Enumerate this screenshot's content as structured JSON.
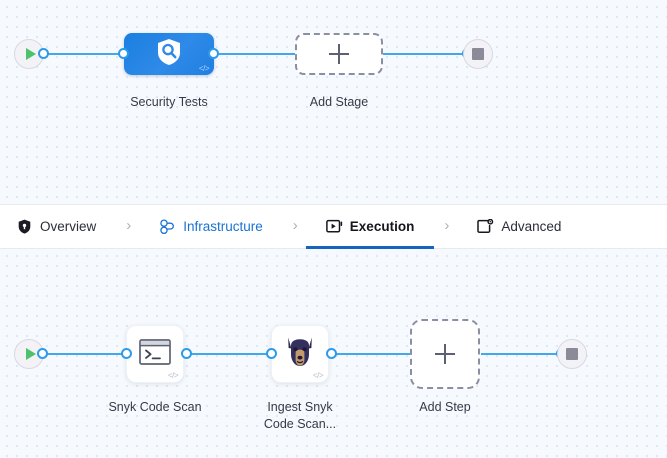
{
  "canvas": {
    "stages": {
      "start_node": {
        "name": "pipeline-start",
        "icon": "play-icon"
      },
      "end_node": {
        "name": "pipeline-end",
        "icon": "stop-icon"
      },
      "nodes": [
        {
          "id": "security-tests",
          "label": "Security Tests",
          "icon": "shield-search-icon",
          "badge": "</>",
          "type": "stage"
        },
        {
          "id": "add-stage",
          "label": "Add Stage",
          "icon": "plus-icon",
          "type": "add"
        }
      ]
    },
    "steps": {
      "start_node": {
        "name": "step-start",
        "icon": "play-icon"
      },
      "end_node": {
        "name": "step-end",
        "icon": "stop-icon"
      },
      "nodes": [
        {
          "id": "snyk-code-scan",
          "label": "Snyk Code Scan",
          "icon": "terminal-icon",
          "badge": "</>",
          "type": "step"
        },
        {
          "id": "ingest-snyk",
          "label_line1": "Ingest Snyk",
          "label_line2": "Code Scan...",
          "icon": "snyk-dog-icon",
          "badge": "</>",
          "type": "step"
        },
        {
          "id": "add-step",
          "label": "Add Step",
          "icon": "plus-icon",
          "type": "add"
        }
      ]
    }
  },
  "tabbar": {
    "separator": "›",
    "tabs": [
      {
        "id": "overview",
        "label": "Overview",
        "icon": "shield-icon",
        "state": "default"
      },
      {
        "id": "infrastructure",
        "label": "Infrastructure",
        "icon": "cluster-nodes-icon",
        "state": "link"
      },
      {
        "id": "execution",
        "label": "Execution",
        "icon": "play-box-icon",
        "state": "active"
      },
      {
        "id": "advanced",
        "label": "Advanced",
        "icon": "bracket-gear-icon",
        "state": "default"
      }
    ]
  },
  "colors": {
    "accent": "#1565c0",
    "link": "#1a72d4",
    "edge": "#42a7eb",
    "stage_node": "#1f7fe2",
    "play": "#4ec16a",
    "stop": "#8b8a99"
  }
}
